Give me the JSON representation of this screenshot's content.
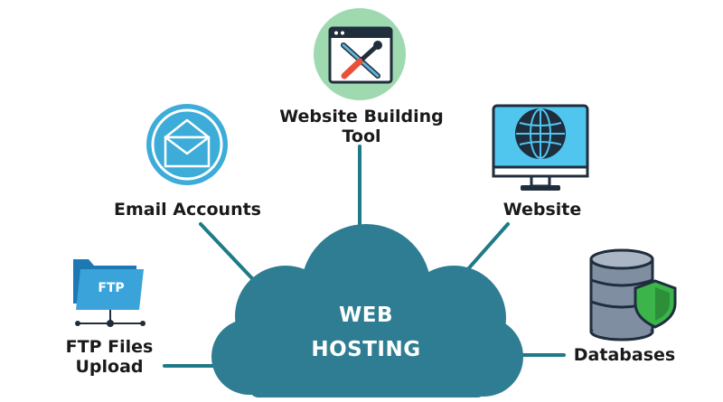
{
  "center": {
    "line1": "WEB",
    "line2": "HOSTING"
  },
  "nodes": {
    "website_building_tool": {
      "line1": "Website Building",
      "line2": "Tool"
    },
    "email_accounts": {
      "label": "Email Accounts"
    },
    "website": {
      "label": "Website"
    },
    "ftp": {
      "line1": "FTP Files",
      "line2": "Upload",
      "icon_text": "FTP"
    },
    "databases": {
      "label": "Databases"
    }
  },
  "colors": {
    "cloud": "#2e7d93",
    "connector": "#1f7a88",
    "email_circle": "#3dacd9",
    "tool_circle": "#9ed9b0",
    "monitor_screen": "#50c6ee",
    "database": "#7f8ea0",
    "shield": "#3bb54a",
    "folder": "#3aa4da"
  },
  "icons": [
    "envelope-icon",
    "tools-window-icon",
    "globe-monitor-icon",
    "ftp-folder-icon",
    "database-shield-icon"
  ]
}
